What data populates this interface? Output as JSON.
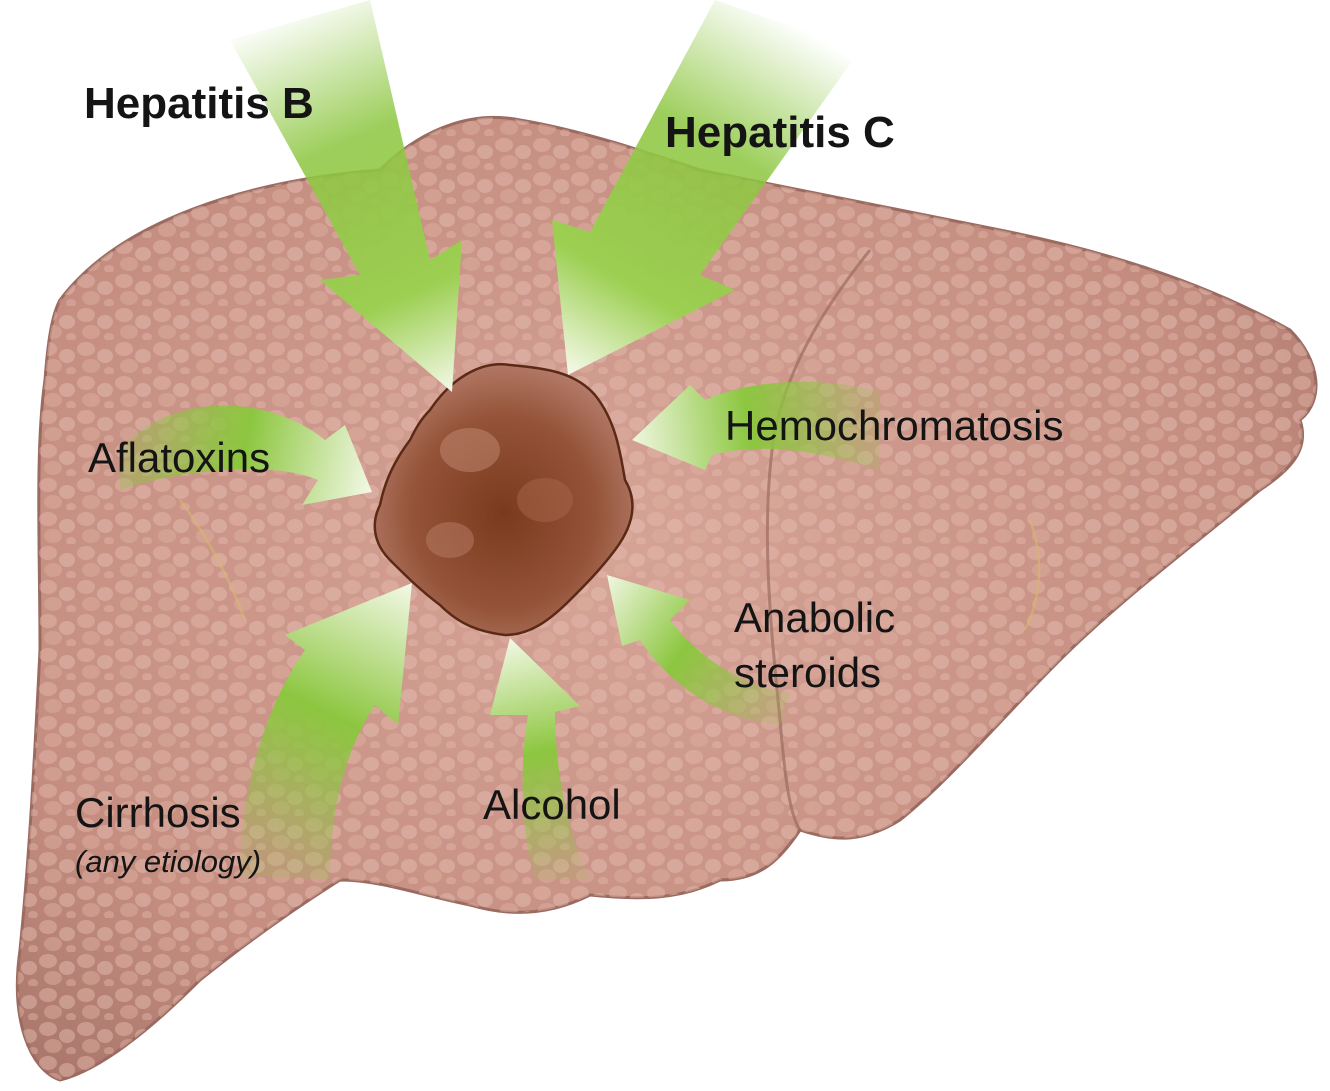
{
  "labels": {
    "hepatitis_b": "Hepatitis B",
    "hepatitis_c": "Hepatitis C",
    "aflatoxins": "Aflatoxins",
    "hemochromatosis": "Hemochromatosis",
    "anabolic_line1": "Anabolic",
    "anabolic_line2": "steroids",
    "cirrhosis": "Cirrhosis",
    "cirrhosis_note": "(any etiology)",
    "alcohol": "Alcohol"
  },
  "colors": {
    "background": "#ffffff",
    "liver": "#c99286",
    "liver_shadow": "#a8736a",
    "tumor": "#8a4a2e",
    "arrow_green": "#7ab82e",
    "text": "#141414"
  }
}
